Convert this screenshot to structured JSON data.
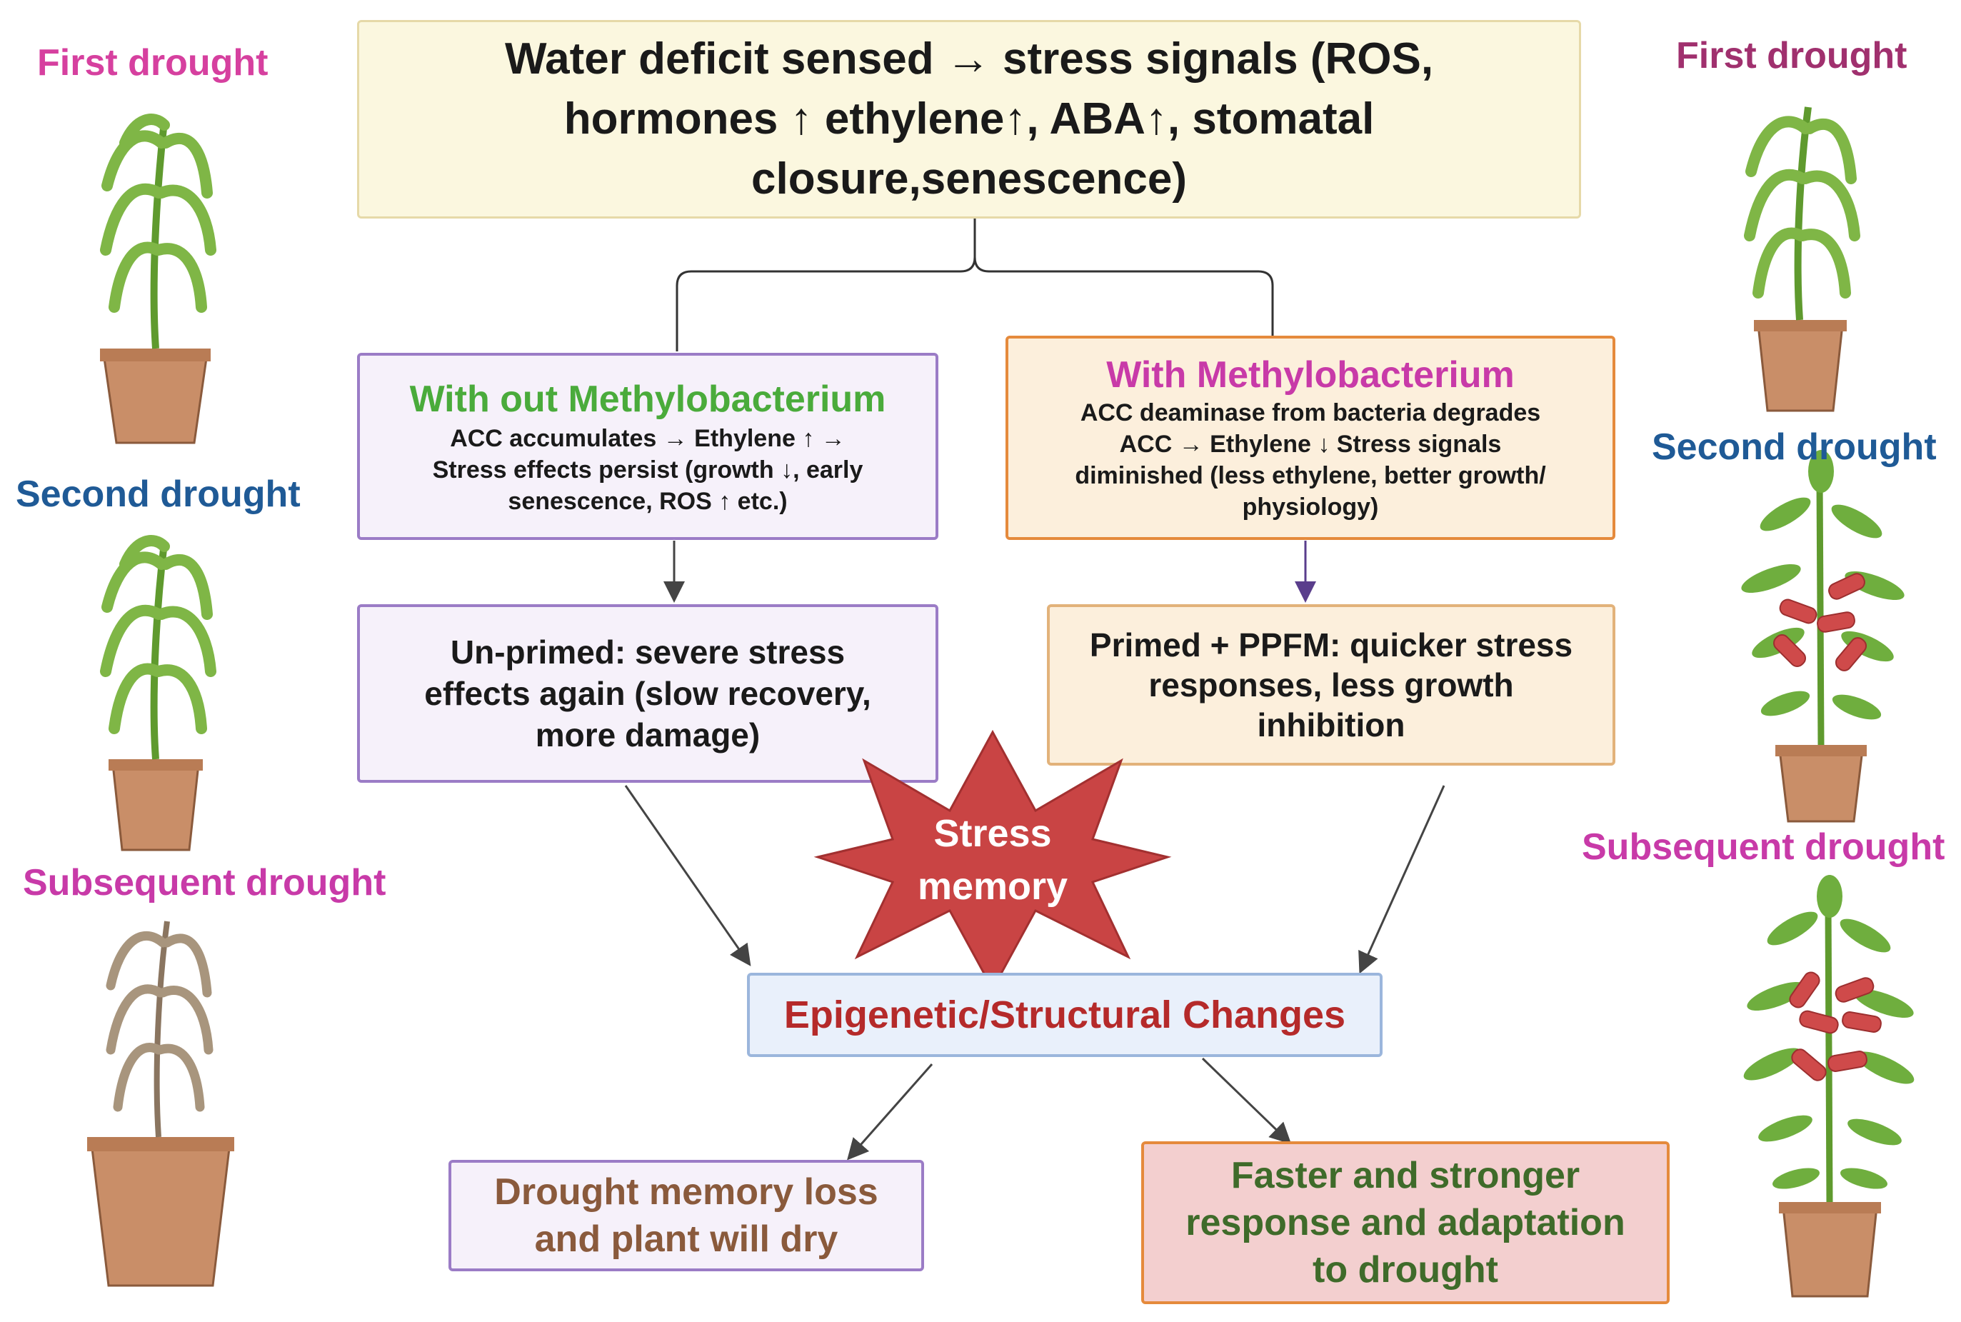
{
  "left": {
    "first_label": "First drought",
    "second_label": "Second drought",
    "subsequent_label": "Subsequent drought"
  },
  "right": {
    "first_label": "First drought",
    "second_label": "Second drought",
    "subsequent_label": "Subsequent drought"
  },
  "top_box": {
    "line1": "Water deficit sensed → stress signals (ROS,",
    "line2": "hormones ↑  ethylene↑, ABA↑, stomatal",
    "line3": "closure,senescence)"
  },
  "without_box": {
    "title": "With out Methylobacterium",
    "line1": "ACC accumulates → Ethylene ↑ →",
    "line2": "Stress effects persist (growth ↓, early",
    "line3": "senescence, ROS ↑ etc.)"
  },
  "with_box": {
    "title": "With Methylobacterium",
    "line1": "ACC deaminase from bacteria degrades",
    "line2": "ACC → Ethylene ↓ Stress signals",
    "line3": "diminished (less ethylene, better growth/",
    "line4": "physiology)"
  },
  "unprimed_box": {
    "line1": "Un-primed: severe stress",
    "line2": "effects again  (slow recovery,",
    "line3": "more damage)"
  },
  "primed_box": {
    "line1": "Primed + PPFM: quicker stress",
    "line2": "responses, less growth",
    "line3": "inhibition"
  },
  "star": {
    "line1": "Stress",
    "line2": "memory"
  },
  "epigenetic_box": {
    "text": "Epigenetic/Structural Changes"
  },
  "loss_box": {
    "line1": "Drought memory loss",
    "line2": "and plant will dry"
  },
  "adapt_box": {
    "line1": "Faster and stronger",
    "line2": "response and adaptation",
    "line3": "to drought"
  },
  "colors": {
    "pink_label": "#d6409f",
    "blue_label": "#1f5a96",
    "plum_label": "#a0306e",
    "green_title": "#4aab3b",
    "magenta_title": "#c83aa8",
    "epi_text": "#b52a2a",
    "loss_text": "#8a5a3c",
    "adapt_text": "#3f6b2a",
    "star_fill": "#c94444"
  }
}
